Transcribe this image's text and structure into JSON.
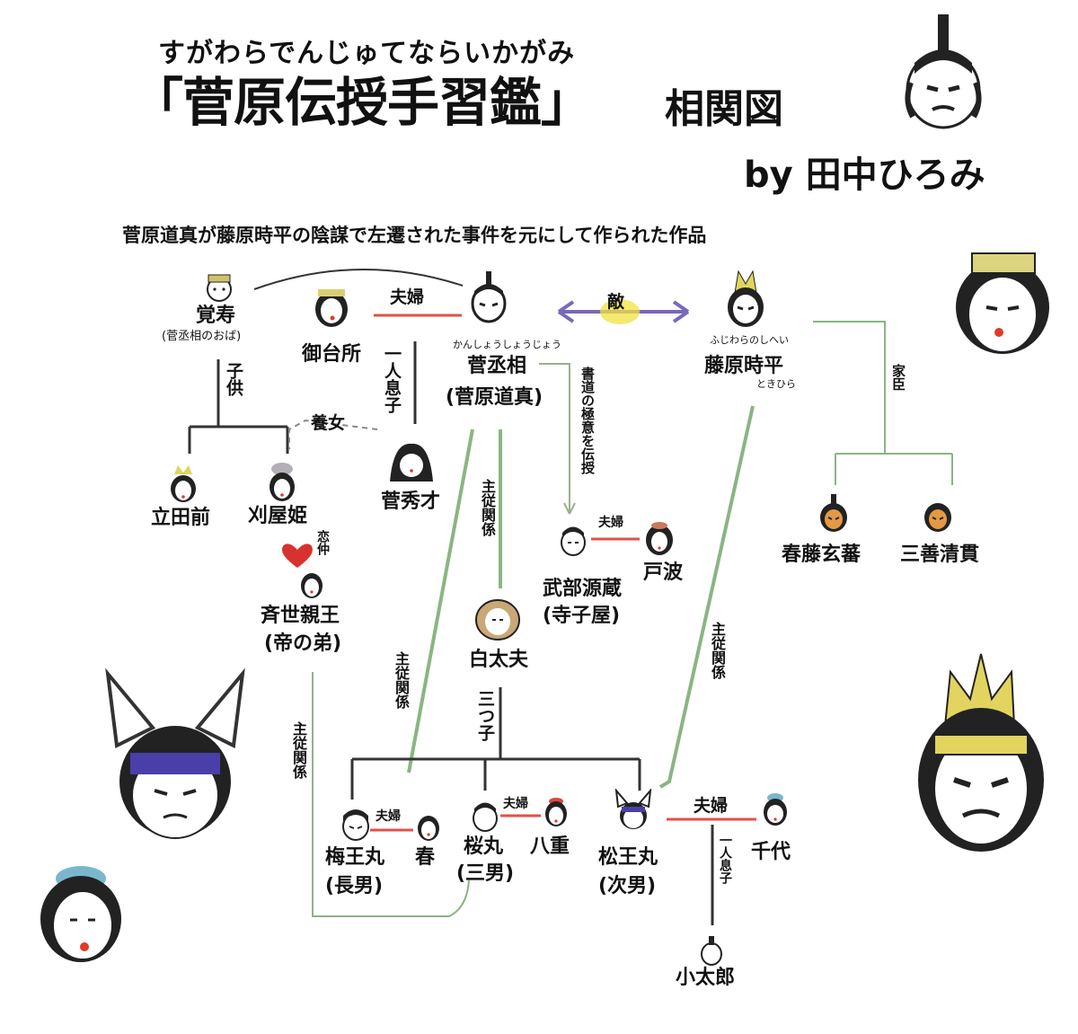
{
  "title_ruby": "すがわらでんじゅてならいかがみ",
  "title": "「菅原伝授手習鑑」",
  "title_suffix": "相関図",
  "author": "by 田中ひろみ",
  "subtitle": "菅原道真が藤原時平の陰謀で左遷された事件を元にして作られた作品",
  "people": {
    "kakuju": {
      "name": "覚寿",
      "note": "(菅丞相のおば)"
    },
    "midaidokoro": {
      "name": "御台所"
    },
    "kanshojo": {
      "ruby": "かんしょうしょうじょう",
      "name": "菅丞相",
      "note": "(菅原道真)"
    },
    "shihei": {
      "ruby": "ふじわらのしへい",
      "name": "藤原時平",
      "ruby2": "ときひら"
    },
    "tatsutanomae": {
      "name": "立田前"
    },
    "kariyahime": {
      "name": "刈屋姫"
    },
    "kanshusai": {
      "name": "菅秀才"
    },
    "tokiyo": {
      "name": "斉世親王",
      "note": "(帝の弟)"
    },
    "genzo": {
      "name": "武部源蔵",
      "note": "(寺子屋)"
    },
    "tonami": {
      "name": "戸波"
    },
    "shirataifu": {
      "name": "白太夫"
    },
    "haruto": {
      "name": "春藤玄蕃"
    },
    "kiyotsura": {
      "name": "三善清貫"
    },
    "umeomaru": {
      "name": "梅王丸",
      "note": "(長男)"
    },
    "haru": {
      "name": "春"
    },
    "sakuramaru": {
      "name": "桜丸",
      "note": "(三男)"
    },
    "yae": {
      "name": "八重"
    },
    "matsuomaru": {
      "name": "松王丸",
      "note": "(次男)"
    },
    "chiyo": {
      "name": "千代"
    },
    "kotaro": {
      "name": "小太郎"
    }
  },
  "relations": {
    "fufu": "夫婦",
    "teki": "敵",
    "kodomo": "子供",
    "yojo": "養女",
    "hitori_musuko": "一人息子",
    "shodo": "書道の極意を伝授",
    "kashin": "家臣",
    "shuju": "主従関係",
    "koinaka": "恋仲",
    "mitsugo": "三つ子"
  },
  "colors": {
    "marriage": "#e0524a",
    "enemy": "#7a68b8",
    "shuju": "#8ab583",
    "kashin": "#8ab583",
    "line": "#333333",
    "heart": "#d8322f",
    "teki_bg": "#f1e23f"
  }
}
